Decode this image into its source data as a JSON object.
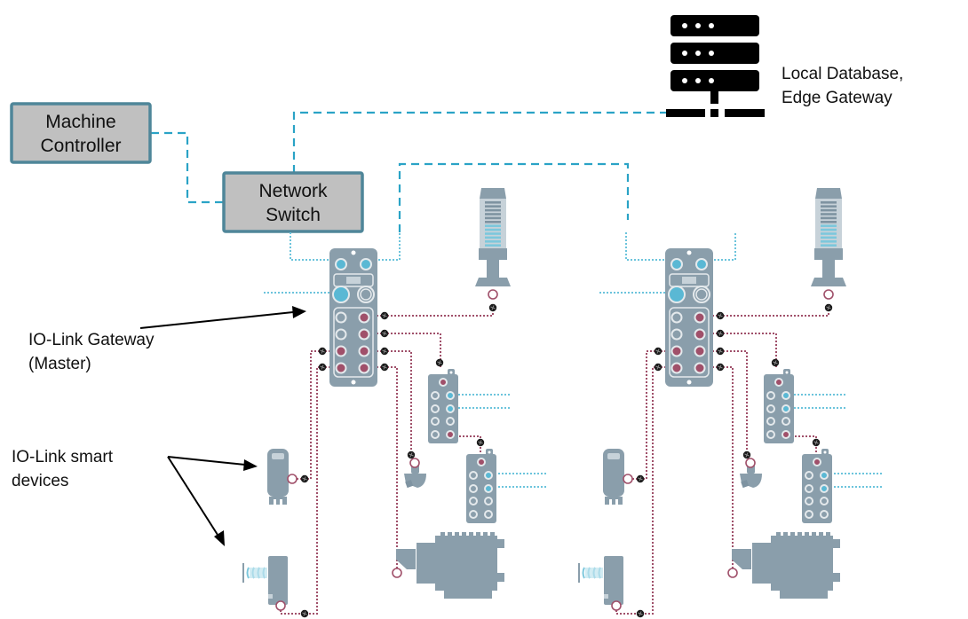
{
  "diagram": {
    "title": "IO-Link network architecture",
    "nodes": {
      "machine_controller": {
        "label_lines": [
          "Machine",
          "Controller"
        ]
      },
      "network_switch": {
        "label_lines": [
          "Network",
          "Switch"
        ]
      },
      "database": {
        "label_lines": [
          "Local Database,",
          "Edge Gateway"
        ],
        "icon": "server-rack-icon"
      }
    },
    "annotations": {
      "gateway": {
        "label_lines": [
          "IO-Link Gateway",
          "(Master)"
        ]
      },
      "smart_devices": {
        "label_lines": [
          "IO-Link smart",
          "devices"
        ]
      }
    },
    "cells": [
      {
        "name": "cell-1",
        "devices": [
          "io-link-master",
          "stack-light",
          "io-hub-1",
          "io-hub-2",
          "pressure-sensor",
          "distance-sensor",
          "valve-actuator",
          "motor-drive"
        ]
      },
      {
        "name": "cell-2",
        "devices": [
          "io-link-master",
          "stack-light",
          "io-hub-1",
          "io-hub-2",
          "pressure-sensor",
          "distance-sensor",
          "valve-actuator",
          "motor-drive"
        ]
      }
    ],
    "connection_types": [
      {
        "name": "ethernet",
        "style": "dashed",
        "color": "#2aa3c6"
      },
      {
        "name": "io-link",
        "style": "dotted",
        "color": "#a0506a"
      }
    ],
    "colors": {
      "box_fill": "#c0c0c0",
      "box_border": "#4f8699",
      "device": "#8a9eab",
      "ethernet": "#2aa3c6",
      "io_link": "#a0506a",
      "port_blue": "#5ab8d4",
      "port_red": "#a0506a"
    }
  }
}
